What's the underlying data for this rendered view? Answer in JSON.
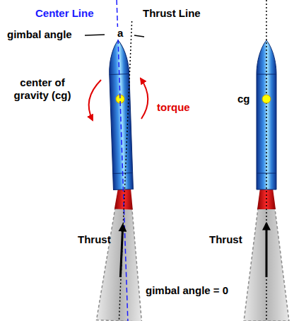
{
  "diagram": {
    "labels": [
      "Center Line",
      "Thrust Line",
      "gimbal angle",
      "a",
      "center of gravity (cg)",
      "torque",
      "Thrust",
      "cg",
      "Thrust",
      "gimbal angle = 0"
    ]
  }
}
